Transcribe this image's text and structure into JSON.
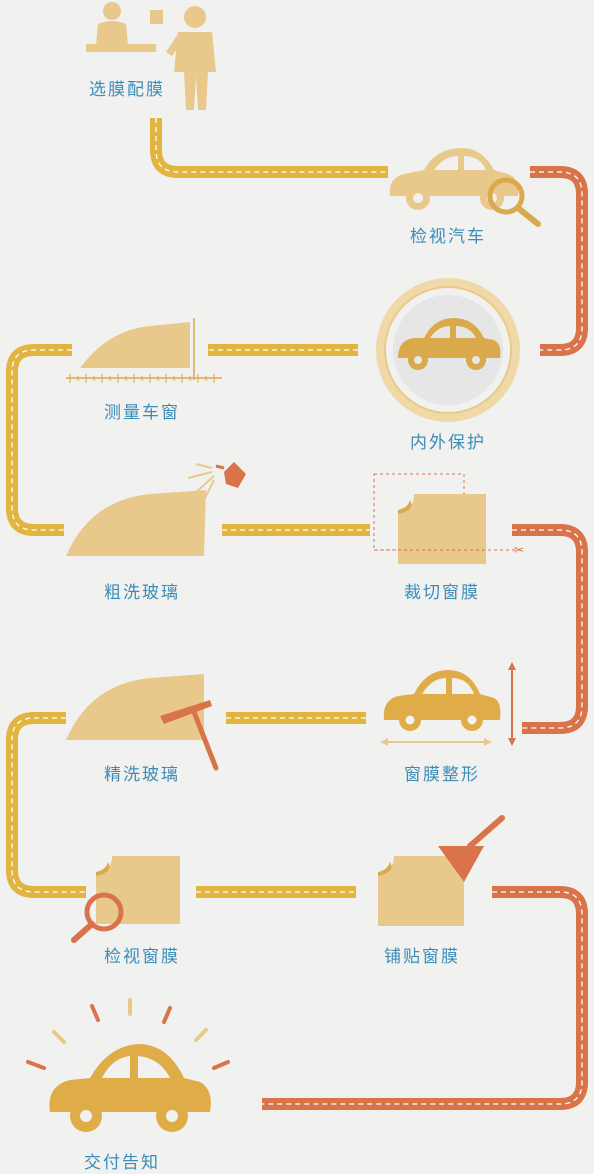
{
  "colors": {
    "background": "#f1f1f0",
    "gold": "#e2b541",
    "orange": "#d9744a",
    "tan": "#e8c98b",
    "tan_dark": "#d9a94c",
    "label": "#3b8db8",
    "dash": "#ffffff"
  },
  "steps": [
    {
      "label": "选膜配膜",
      "icon": "people-icon"
    },
    {
      "label": "检视汽车",
      "icon": "car-magnifier-icon"
    },
    {
      "label": "内外保护",
      "icon": "car-badge-icon"
    },
    {
      "label": "测量车窗",
      "icon": "window-ruler-icon"
    },
    {
      "label": "粗洗玻璃",
      "icon": "window-spray-icon"
    },
    {
      "label": "裁切窗膜",
      "icon": "film-cut-icon"
    },
    {
      "label": "窗膜整形",
      "icon": "car-arrows-icon"
    },
    {
      "label": "精洗玻璃",
      "icon": "window-squeegee-icon"
    },
    {
      "label": "检视窗膜",
      "icon": "film-magnifier-icon"
    },
    {
      "label": "铺贴窗膜",
      "icon": "film-spatula-icon"
    },
    {
      "label": "交付告知",
      "icon": "car-shine-icon"
    }
  ]
}
